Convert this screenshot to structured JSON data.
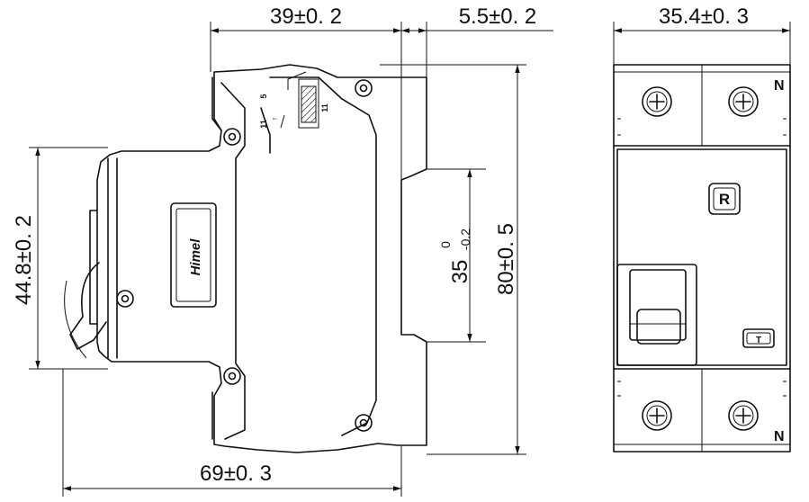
{
  "dimensions": {
    "width_39": "39±0. 2",
    "width_5_5": "5.5±0. 2",
    "width_35_4": "35.4±0. 3",
    "height_44_8": "44.8±0. 2",
    "length_69": "69±0. 3",
    "height_80": "80±0. 5",
    "rail_35_main": "35",
    "rail_35_upper": "0",
    "rail_35_lower": "-0.2"
  },
  "side_view": {
    "brand": "Himel",
    "marking_top": "5",
    "marking_arrow": "↑",
    "marking_bottom": "11",
    "marking_bottom_right": "11"
  },
  "front_view": {
    "terminal_top": "N",
    "terminal_bottom": "N",
    "reset_button": "R",
    "test_button": "T"
  },
  "colors": {
    "line": "#111111",
    "background": "#ffffff"
  }
}
